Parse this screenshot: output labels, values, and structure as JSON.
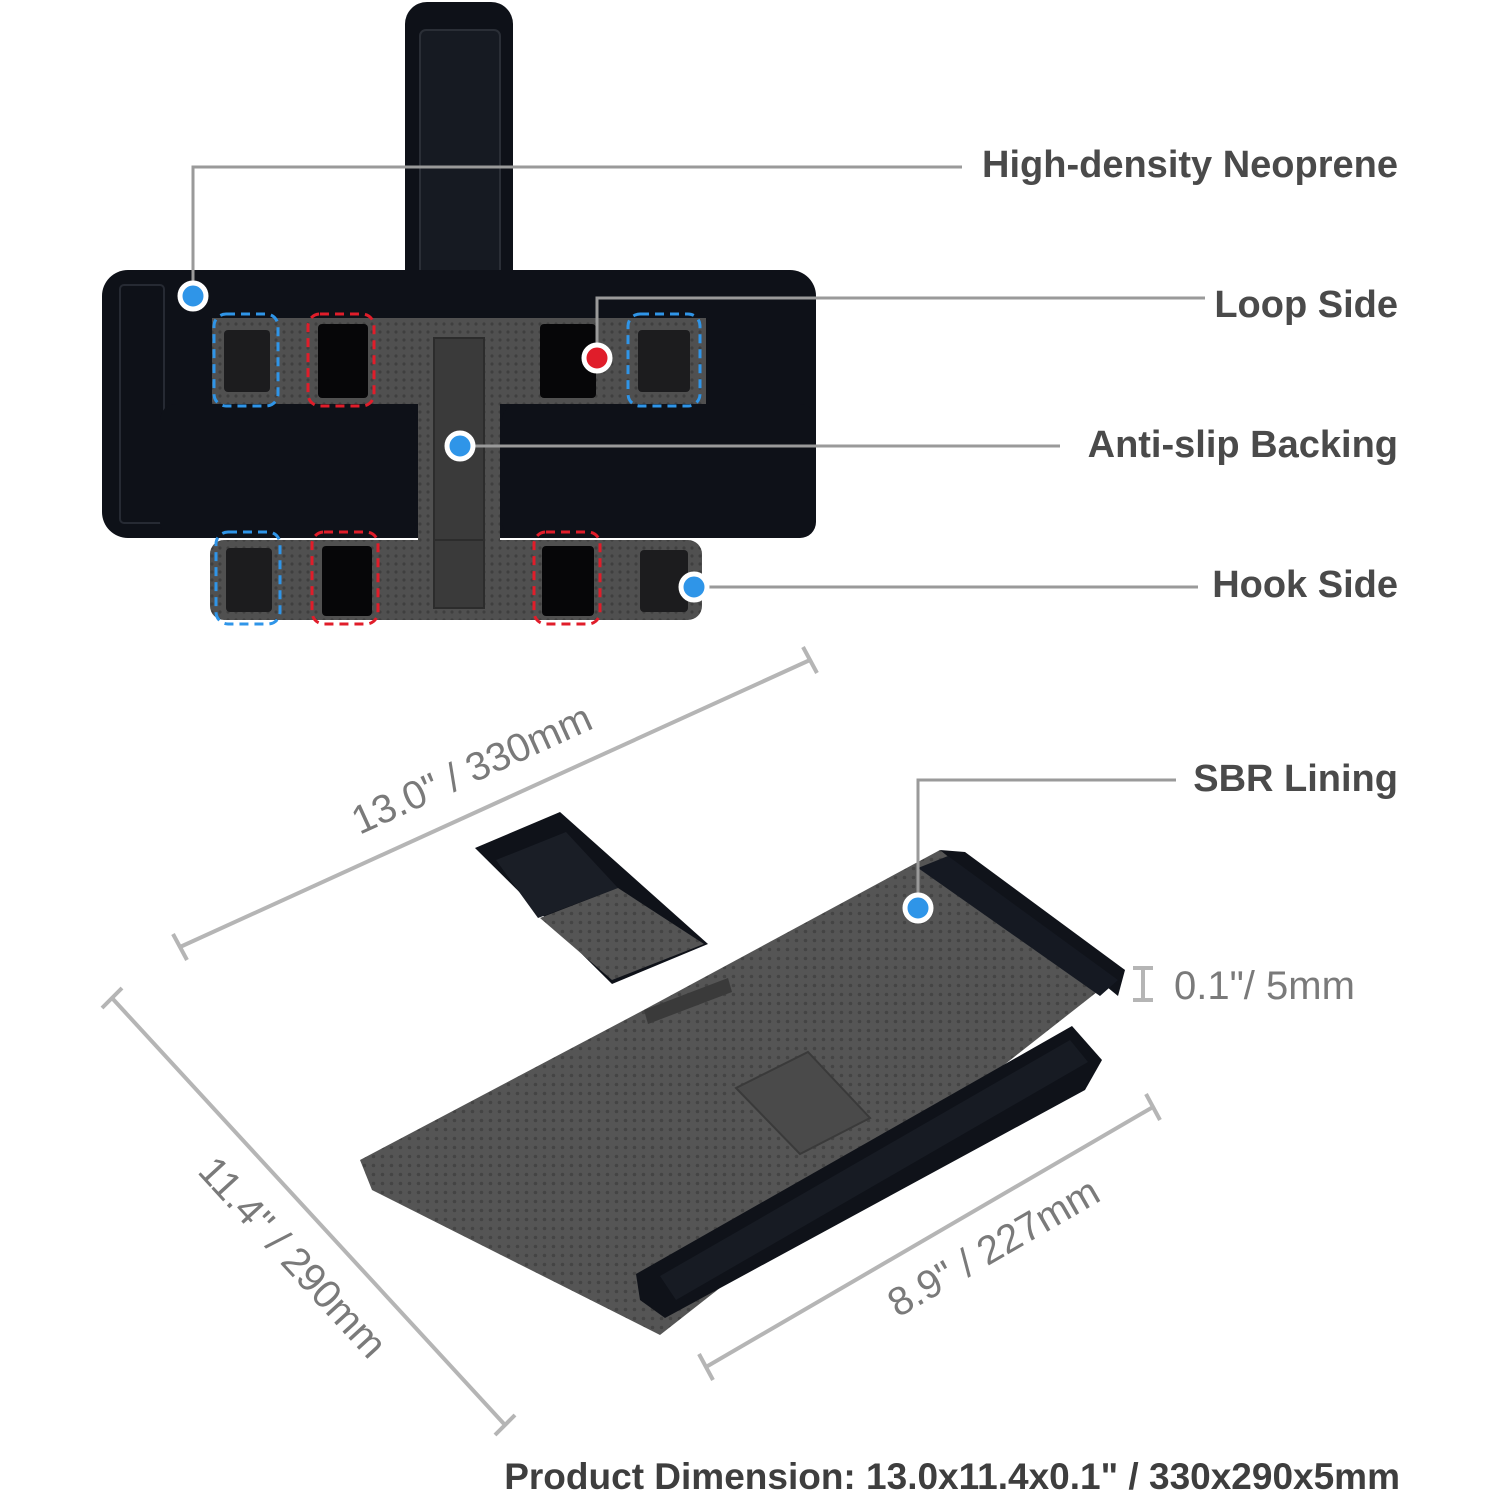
{
  "callouts": {
    "neoprene": "High-density Neoprene",
    "loop_side": "Loop Side",
    "anti_slip": "Anti-slip Backing",
    "hook_side": "Hook Side",
    "sbr_lining": "SBR Lining"
  },
  "dimensions": {
    "length": "13.0\" / 330mm",
    "width": "11.4\" / 290mm",
    "strap": "8.9\" / 227mm",
    "thickness": "0.1\"/ 5mm"
  },
  "footer": "Product Dimension: 13.0x11.4x0.1\" / 330x290x5mm",
  "colors": {
    "neoprene_black": "#0e1118",
    "sbr_gray": "#4f4f4f",
    "loop_marker": "#e01d2a",
    "hook_marker": "#2f95e8",
    "leader_line": "#9a9a9a"
  }
}
